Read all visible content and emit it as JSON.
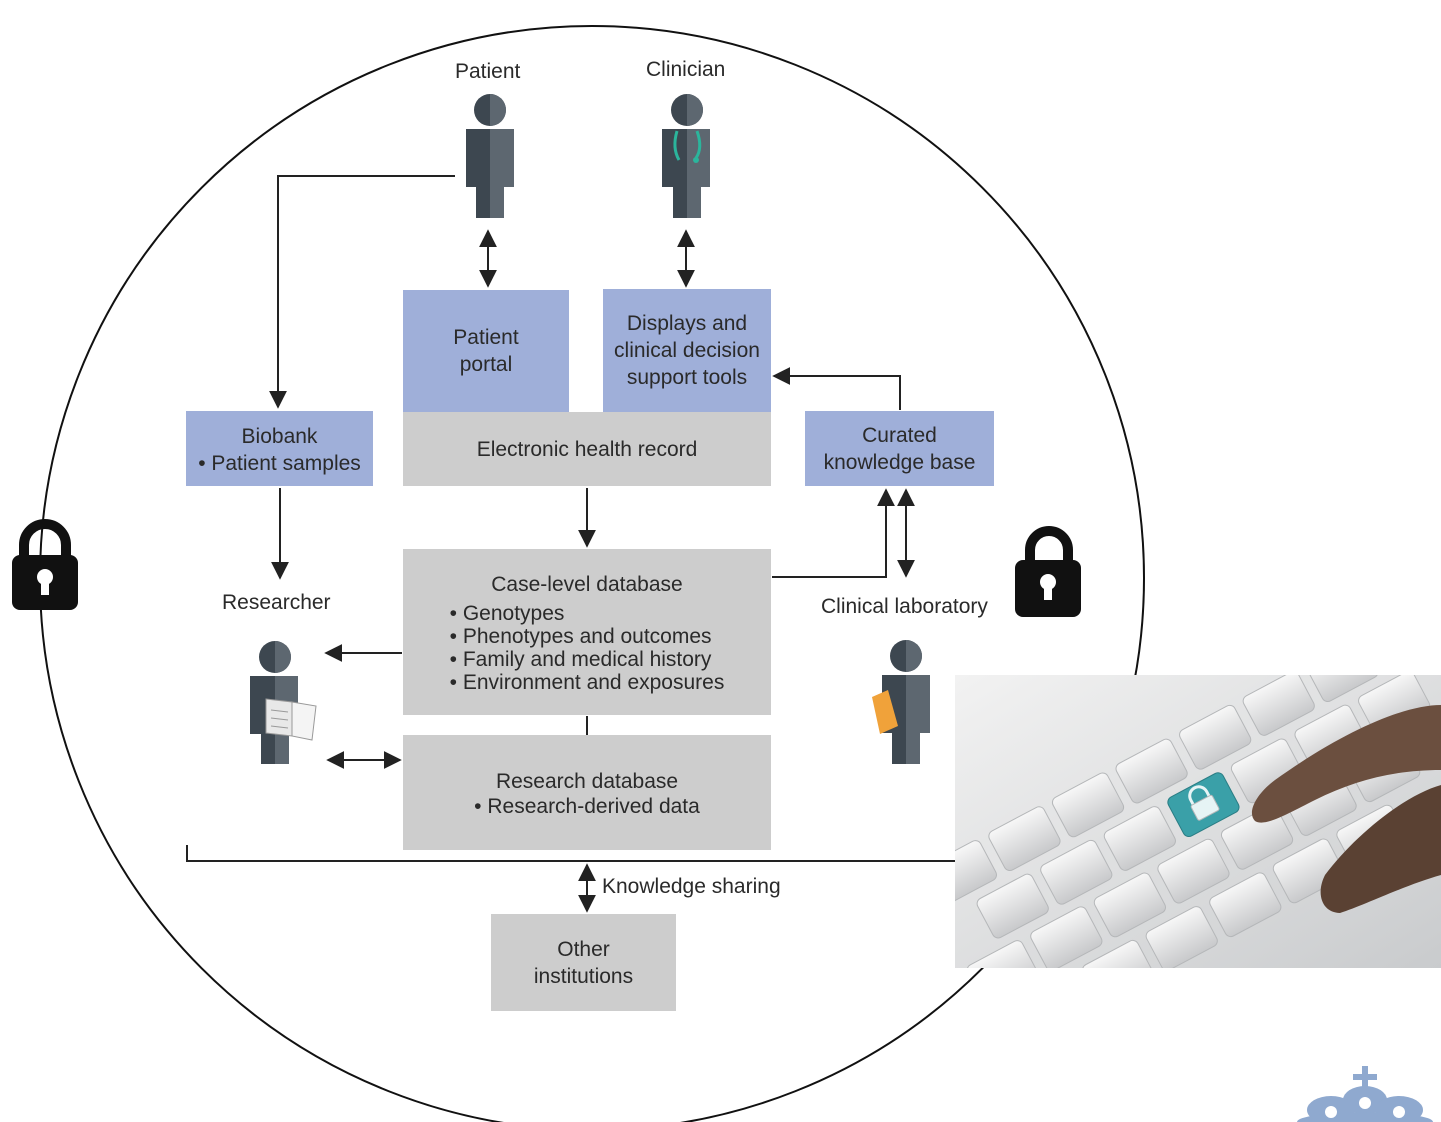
{
  "people": {
    "patient": "Patient",
    "clinician": "Clinician",
    "researcher": "Researcher",
    "clinical_lab": "Clinical laboratory"
  },
  "boxes": {
    "patient_portal": [
      "Patient",
      "portal"
    ],
    "displays": [
      "Displays and",
      "clinical decision",
      "support tools"
    ],
    "ehr": "Electronic health record",
    "curated_kb": [
      "Curated",
      "knowledge base"
    ],
    "biobank": {
      "title": "Biobank",
      "items": [
        "Patient samples"
      ]
    },
    "case_db": {
      "title": "Case-level database",
      "items": [
        "Genotypes",
        "Phenotypes and outcomes",
        "Family and medical history",
        "Environment and exposures"
      ]
    },
    "research_db": {
      "title": "Research database",
      "items": [
        "Research-derived data"
      ]
    },
    "other_institutions": [
      "Other",
      "institutions"
    ]
  },
  "knowledge_sharing": "Knowledge sharing",
  "colors": {
    "box_blue": "#9fafd9",
    "box_grey": "#cdcdcd",
    "figure_dark": "#3d4750",
    "figure_light": "#5d6770",
    "stethoscope": "#2bb59c",
    "lab_flag": "#f0a23a",
    "key_teal": "#3aa0a8",
    "crest_blue": "#8fa9cf"
  },
  "icons": [
    "padlock-icon",
    "person-icon",
    "stethoscope-icon",
    "book-icon",
    "flask-icon",
    "keyboard-lock-key-icon",
    "crown-crest-icon"
  ]
}
